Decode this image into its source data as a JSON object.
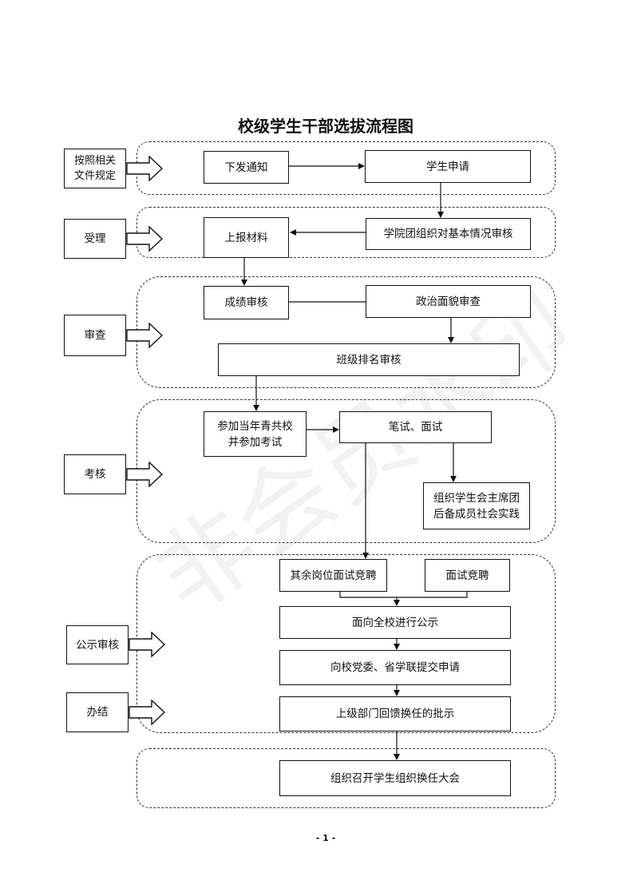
{
  "title": "校级学生干部选拔流程图",
  "side_labels": {
    "guide": "按照相关\n文件规定",
    "accept": "受理",
    "review": "审查",
    "assessment": "考核",
    "publicity": "公示审核",
    "finish": "办结"
  },
  "nodes": {
    "notice": "下发通知",
    "student_apply": "学生申请",
    "submit_materials": "上报材料",
    "college_review": "学院团组织对基本情况审核",
    "grade_review": "成绩审核",
    "political_review": "政治面貌审查",
    "class_rank_review": "班级排名审核",
    "youth_school": "参加当年青共校\n并参加考试",
    "written_interview": "笔试、面试",
    "social_practice": "组织学生会主席团\n后备成员社会实践",
    "other_posts": "其余岗位面试竞聘",
    "interview_compete": "面试竞聘",
    "public_notice": "面向全校进行公示",
    "apply_committee": "向校党委、省学联提交申请",
    "approval": "上级部门回馈换任的批示",
    "election_meeting": "组织召开学生组织换任大会"
  },
  "watermark": "非会员水印",
  "page_number": "- 1 -"
}
